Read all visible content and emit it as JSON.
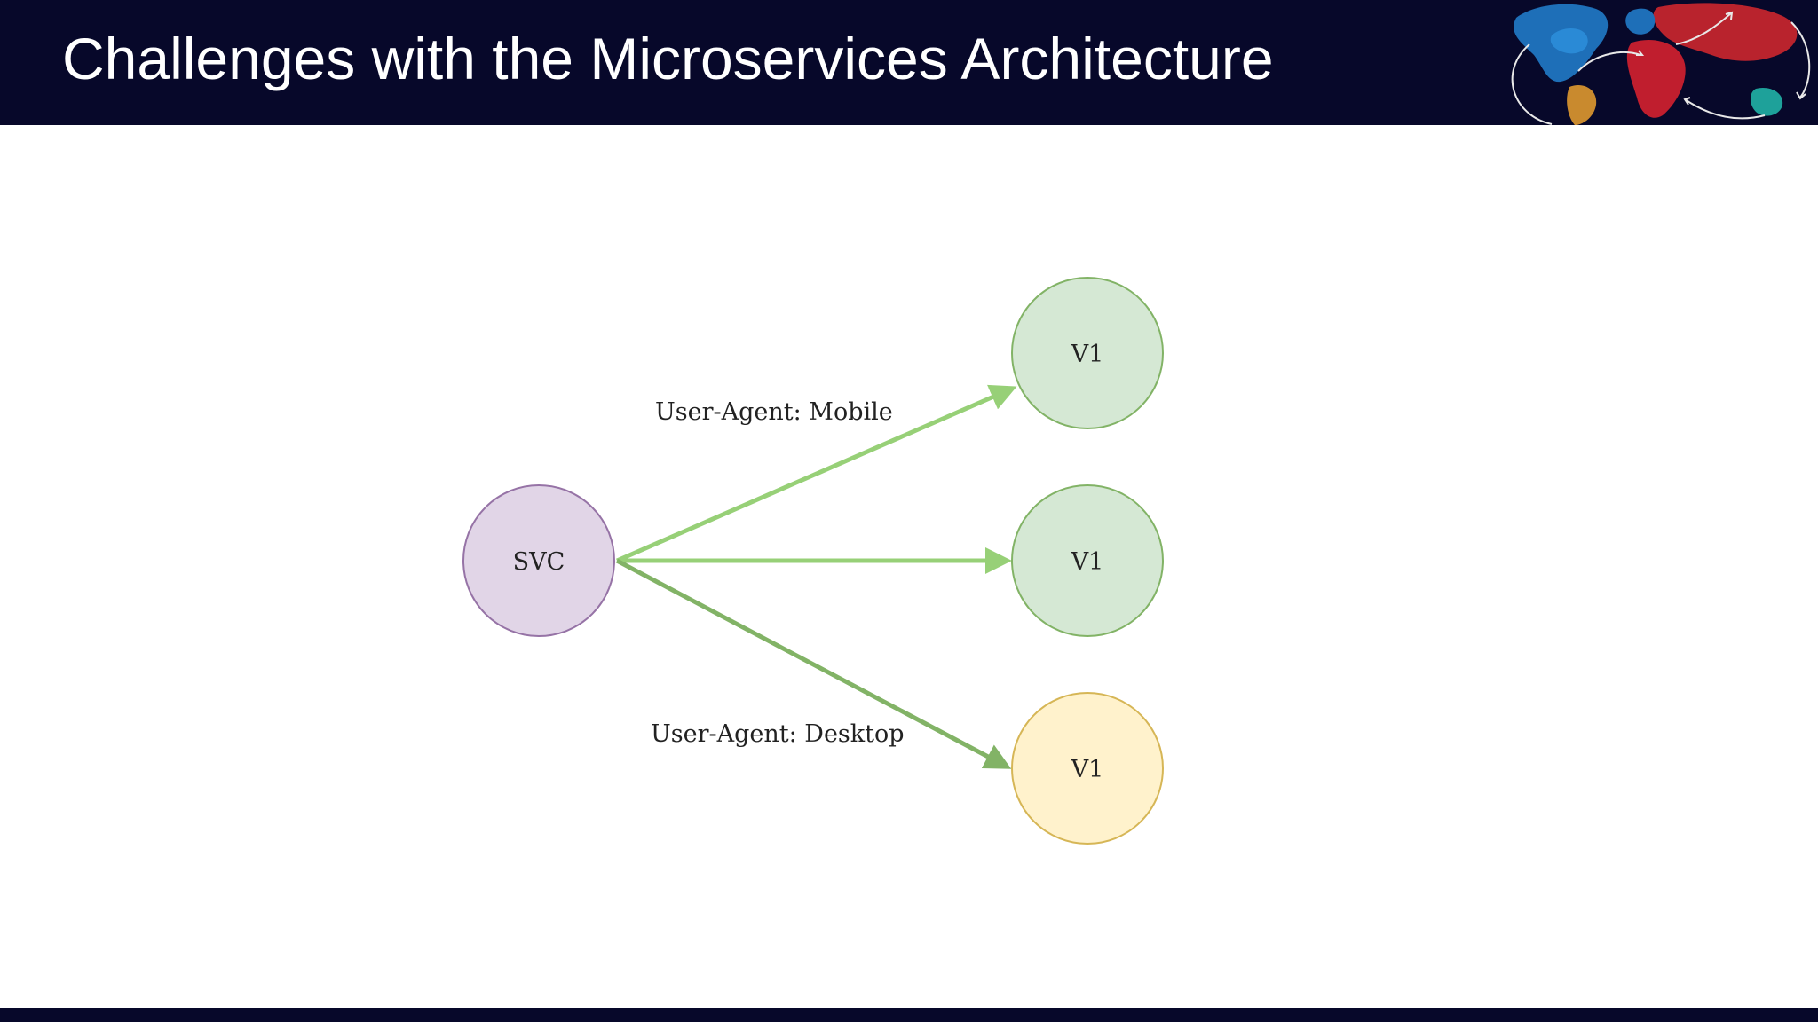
{
  "slide": {
    "title": "Challenges with the Microservices Architecture"
  },
  "diagram": {
    "nodes": [
      {
        "id": "svc",
        "label": "SVC",
        "fill": "#e1d5e7",
        "stroke": "#9673a6"
      },
      {
        "id": "v1_top",
        "label": "V1",
        "fill": "#d5e8d4",
        "stroke": "#82b366"
      },
      {
        "id": "v1_mid",
        "label": "V1",
        "fill": "#d5e8d4",
        "stroke": "#82b366"
      },
      {
        "id": "v1_bottom",
        "label": "V1",
        "fill": "#fff2cc",
        "stroke": "#d6b656"
      }
    ],
    "edges": [
      {
        "from": "svc",
        "to": "v1_top",
        "label": "User-Agent: Mobile",
        "color": "#97d077"
      },
      {
        "from": "svc",
        "to": "v1_mid",
        "label": "",
        "color": "#97d077"
      },
      {
        "from": "svc",
        "to": "v1_bottom",
        "label": "User-Agent: Desktop",
        "color": "#82b366"
      }
    ]
  },
  "colors": {
    "header_bg": "#07082a",
    "title_text": "#ffffff"
  },
  "icons": {
    "header_art": "world-map-arrows-icon"
  }
}
